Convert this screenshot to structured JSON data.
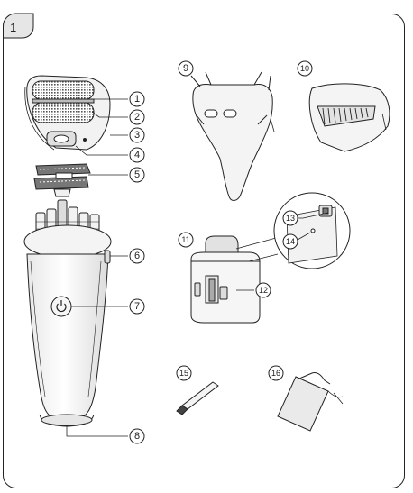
{
  "page": {
    "number": "1"
  },
  "callouts": {
    "c1": "1",
    "c2": "2",
    "c3": "3",
    "c4": "4",
    "c5": "5",
    "c6": "6",
    "c7": "7",
    "c8": "8",
    "c9": "9",
    "c10": "10",
    "c11": "11",
    "c12": "12",
    "c13": "13",
    "c14": "14",
    "c15": "15",
    "c16": "16"
  },
  "colors": {
    "line": "#222222",
    "fill_light": "#f4f4f4",
    "fill_mid": "#e2e2e2",
    "tab": "#e6e6e6"
  },
  "icons": [
    "power-button-icon"
  ]
}
